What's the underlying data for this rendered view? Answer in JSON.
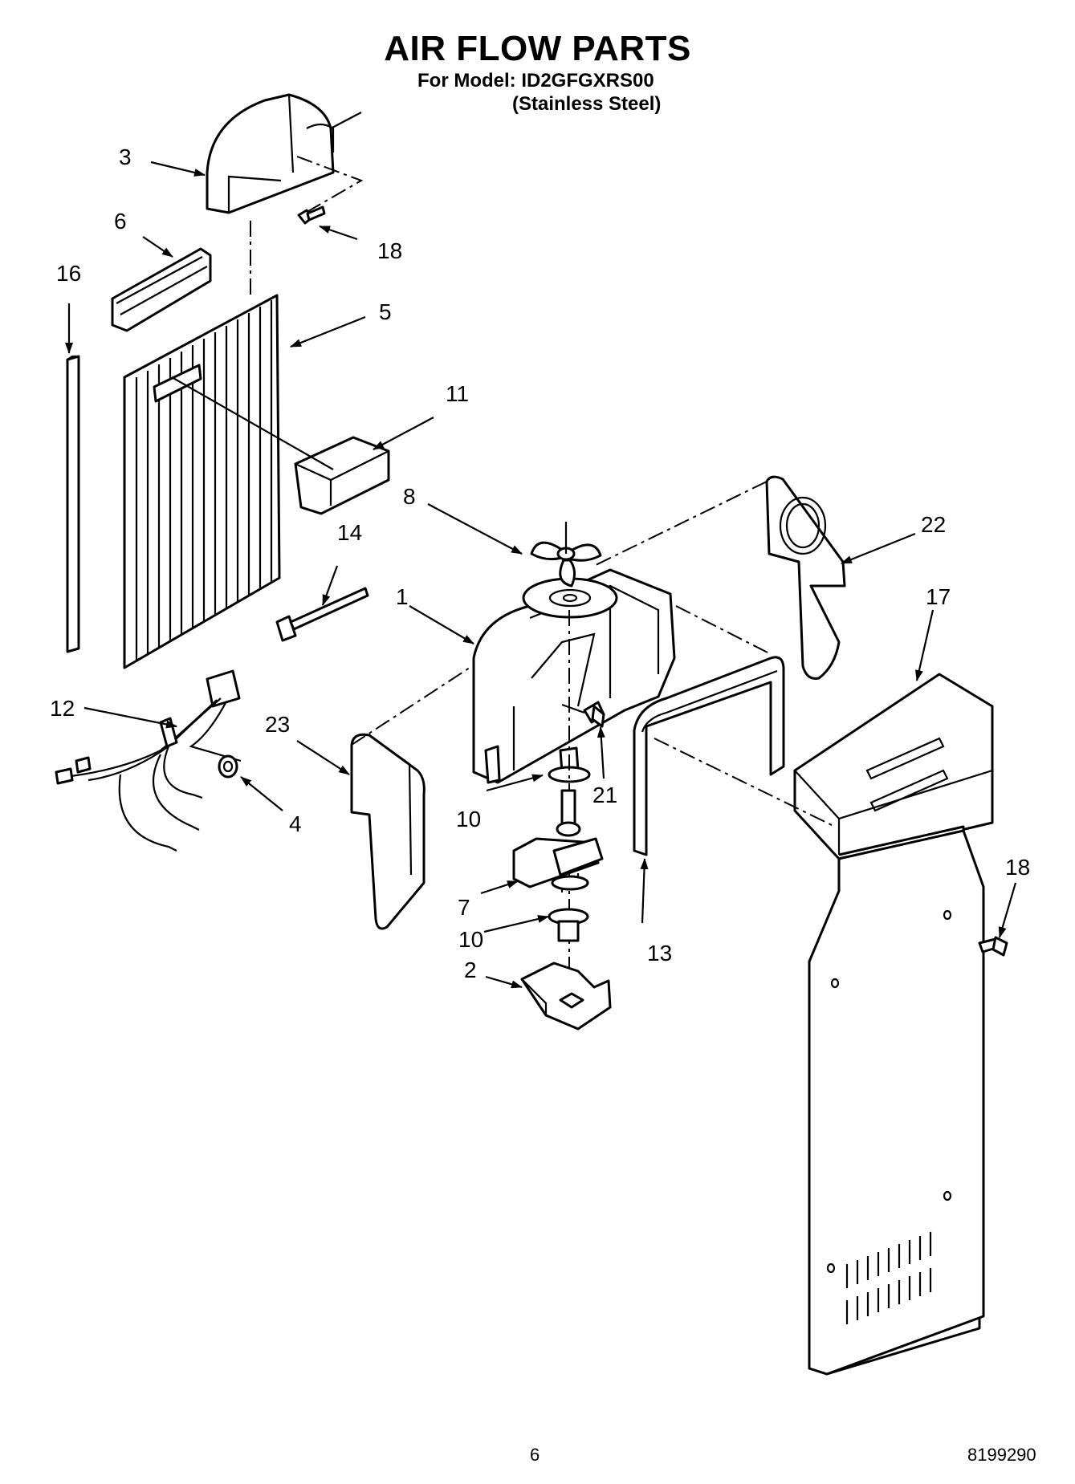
{
  "header": {
    "title": "AIR FLOW PARTS",
    "model_line": "For Model: ID2GFGXRS00",
    "finish_line": "(Stainless Steel)"
  },
  "callouts": {
    "c1": "1",
    "c2": "2",
    "c3": "3",
    "c4": "4",
    "c5": "5",
    "c6": "6",
    "c7": "7",
    "c8": "8",
    "c10a": "10",
    "c10b": "10",
    "c11": "11",
    "c12": "12",
    "c13": "13",
    "c14": "14",
    "c16": "16",
    "c17": "17",
    "c18a": "18",
    "c18b": "18",
    "c21": "21",
    "c22": "22",
    "c23": "23"
  },
  "footer": {
    "page_number": "6",
    "document_number": "8199290"
  }
}
